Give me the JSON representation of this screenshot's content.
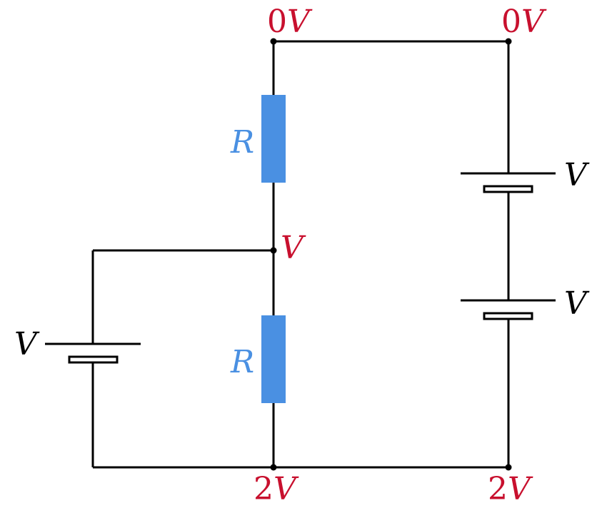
{
  "colors": {
    "wire": "#000000",
    "resistor": "#4a90e2",
    "node_label": "#c8102e",
    "battery_label": "#000000"
  },
  "nodes": {
    "top_left": {
      "number": "0",
      "unit": "V"
    },
    "top_right": {
      "number": "0",
      "unit": "V"
    },
    "middle": {
      "number": "",
      "unit": "V"
    },
    "bottom_left": {
      "number": "2",
      "unit": "V"
    },
    "bottom_right": {
      "number": "2",
      "unit": "V"
    }
  },
  "resistors": {
    "upper": {
      "label": "R"
    },
    "lower": {
      "label": "R"
    }
  },
  "batteries": {
    "left": {
      "label": "V"
    },
    "right_upper": {
      "label": "V"
    },
    "right_lower": {
      "label": "V"
    }
  }
}
